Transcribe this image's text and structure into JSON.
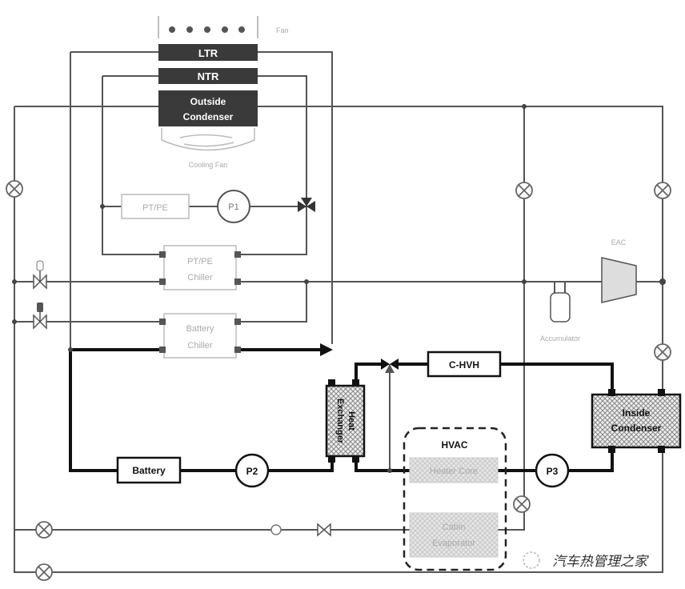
{
  "labels": {
    "fan": "Fan",
    "ltr": "LTR",
    "ntr": "NTR",
    "outside_condenser_1": "Outside",
    "outside_condenser_2": "Condenser",
    "cooling_fan": "Cooling Fan",
    "pt_pe": "PT/PE",
    "p1": "P1",
    "pt_pe_chiller_1": "PT/PE",
    "pt_pe_chiller_2": "Chiller",
    "battery_chiller_1": "Battery",
    "battery_chiller_2": "Chiller",
    "eac": "EAC",
    "accumulator": "Accumulator",
    "c_hvh": "C-HVH",
    "heat_exchanger_1": "Heat",
    "heat_exchanger_2": "Exchanger",
    "inside_condenser_1": "Inside",
    "inside_condenser_2": "Condenser",
    "battery": "Battery",
    "p2": "P2",
    "p3": "P3",
    "hvac": "HVAC",
    "heater_core": "Heater Core",
    "cabin_evaporator_1": "Cabin",
    "cabin_evaporator_2": "Evaporator",
    "watermark": "汽车热管理之家"
  },
  "colors": {
    "dark_box": "#3a3a3a",
    "faded_box": "#bbbbbb",
    "line": "#555555",
    "bold_line": "#111111"
  }
}
